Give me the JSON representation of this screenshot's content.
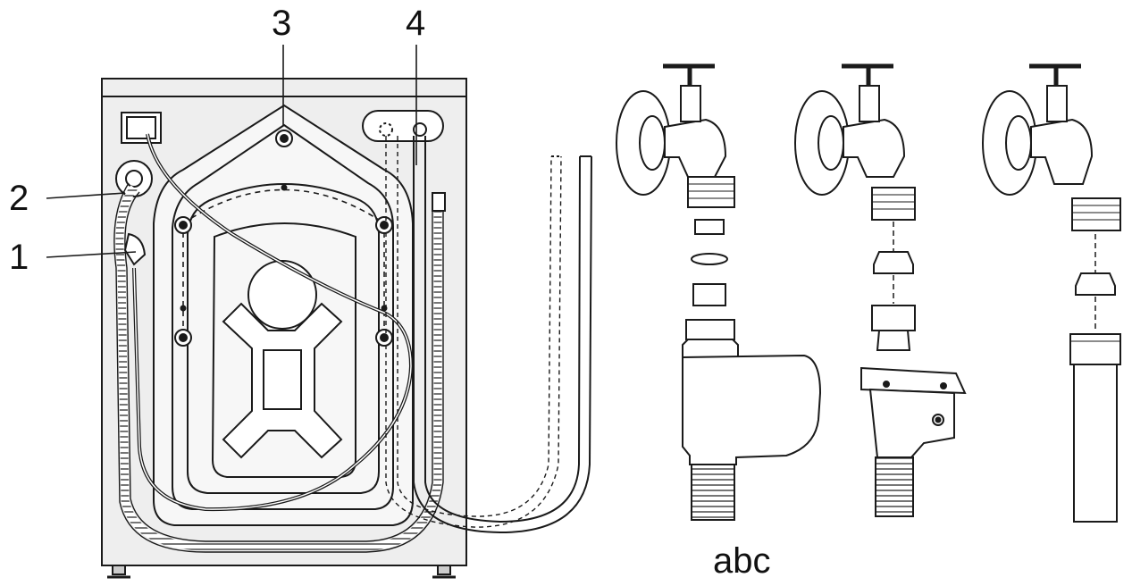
{
  "callouts": [
    {
      "id": "1",
      "label": "1"
    },
    {
      "id": "2",
      "label": "2"
    },
    {
      "id": "3",
      "label": "3"
    },
    {
      "id": "4",
      "label": "4"
    }
  ],
  "caption": "abc",
  "colors": {
    "line": "#1a1a1a",
    "machine_fill": "#eeeeee",
    "light_fill": "#f7f7f7"
  },
  "icons": [
    "washing-machine-back-icon",
    "water-tap-icon",
    "hose-connector-icon"
  ]
}
